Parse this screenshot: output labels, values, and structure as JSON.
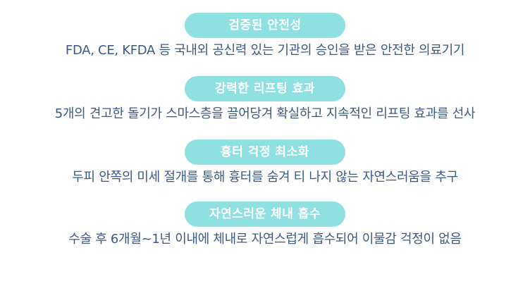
{
  "features": [
    {
      "title": "검증된 안전성",
      "description": "FDA, CE, KFDA 등 국내외 공신력 있는 기관의 승인을 받은 안전한 의료기기"
    },
    {
      "title": "강력한 리프팅 효과",
      "description": "5개의 견고한 돌기가 스마스층을 끌어당겨 확실하고 지속적인 리프팅 효과를 선사"
    },
    {
      "title": "흉터 걱정 최소화",
      "description": "두피 안쪽의 미세 절개를 통해 흉터를 숨겨 티 나지 않는 자연스러움을 추구"
    },
    {
      "title": "자연스러운 체내 흡수",
      "description": "수술 후 6개월~1년 이내에 체내로 자연스럽게 흡수되어 이물감 걱정이 없음"
    }
  ],
  "colors": {
    "pill_background": "#8fe0e0",
    "pill_text": "#ffffff",
    "description_text": "#3c5a86"
  }
}
